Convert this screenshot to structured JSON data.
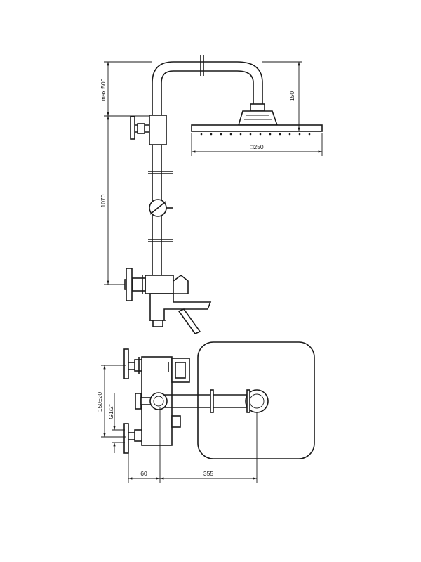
{
  "dimensions": {
    "max_height_adjust": "max 500",
    "head_drop": "150",
    "head_size": "□250",
    "rail_length": "1070",
    "inlet_spacing": "150±20",
    "thread": "G1/2\"",
    "wall_offset": "60",
    "arm_reach": "355"
  }
}
